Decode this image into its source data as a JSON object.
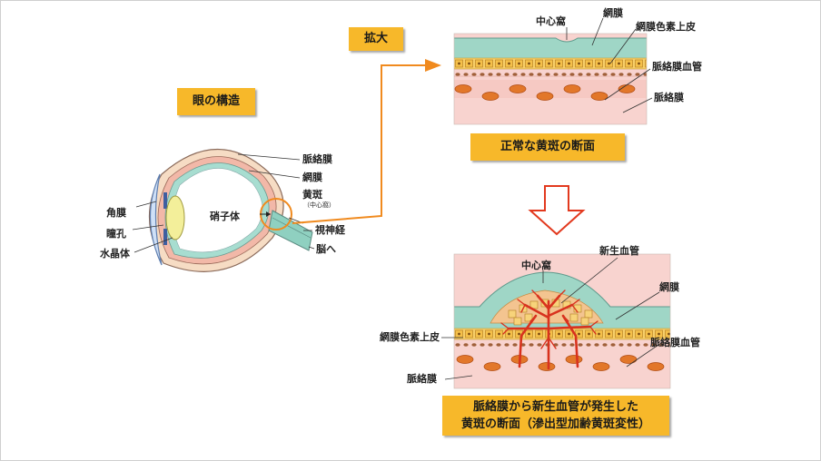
{
  "eye": {
    "title": "眼の構造",
    "labels": {
      "choroid": "脈絡膜",
      "retina": "網膜",
      "macula": "黄斑",
      "macula_sub": "（中心窩）",
      "vitreous": "硝子体",
      "cornea": "角膜",
      "pupil": "瞳孔",
      "lens": "水晶体",
      "optic_nerve": "視神経",
      "to_brain": "脳へ"
    }
  },
  "zoom_label": "拡大",
  "normal": {
    "caption": "正常な黄斑の断面",
    "labels": {
      "fovea": "中心窩",
      "retina": "網膜",
      "rpe": "網膜色素上皮",
      "choroidal_vessel": "脈絡膜血管",
      "choroid": "脈絡膜"
    }
  },
  "cnv": {
    "caption_line1": "脈絡膜から新生血管が発生した",
    "caption_line2": "黄斑の断面（滲出型加齢黄斑変性）",
    "labels": {
      "new_vessel": "新生血管",
      "fovea": "中心窩",
      "retina": "網膜",
      "rpe": "網膜色素上皮",
      "choroidal_vessel": "脈絡膜血管",
      "choroid": "脈絡膜"
    }
  },
  "colors": {
    "title_box": "#f7b82a",
    "arrow": "#f08a1e",
    "retina": "#9fd6c6",
    "rpe_band": "#f7cf6a",
    "vessel_red": "#e6502a",
    "choroid_pink": "#f8d3cf"
  }
}
